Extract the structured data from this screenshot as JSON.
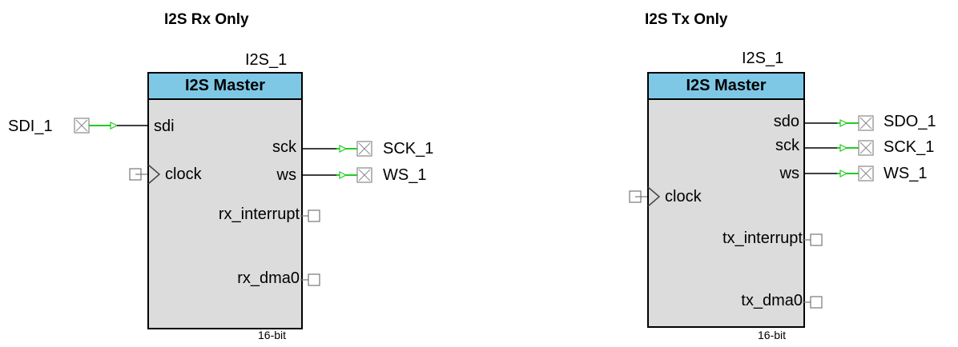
{
  "left": {
    "title": "I2S Rx Only",
    "instance": "I2S_1",
    "component": "I2S Master",
    "pins_left": [
      "sdi",
      "clock"
    ],
    "pins_right": [
      "sck",
      "ws",
      "rx_interrupt",
      "rx_dma0"
    ],
    "footer": "16-bit",
    "nets": {
      "sdi": "SDI_1",
      "sck": "SCK_1",
      "ws": "WS_1"
    }
  },
  "right": {
    "title": "I2S Tx Only",
    "instance": "I2S_1",
    "component": "I2S Master",
    "pins_left": [
      "clock"
    ],
    "pins_right": [
      "sdo",
      "sck",
      "ws",
      "tx_interrupt",
      "tx_dma0"
    ],
    "footer": "16-bit",
    "nets": {
      "sdo": "SDO_1",
      "sck": "SCK_1",
      "ws": "WS_1"
    }
  },
  "colors": {
    "header": "#7ec8e6",
    "body": "#dcdcdc",
    "wire": "#22cc22",
    "port": "#888888"
  }
}
